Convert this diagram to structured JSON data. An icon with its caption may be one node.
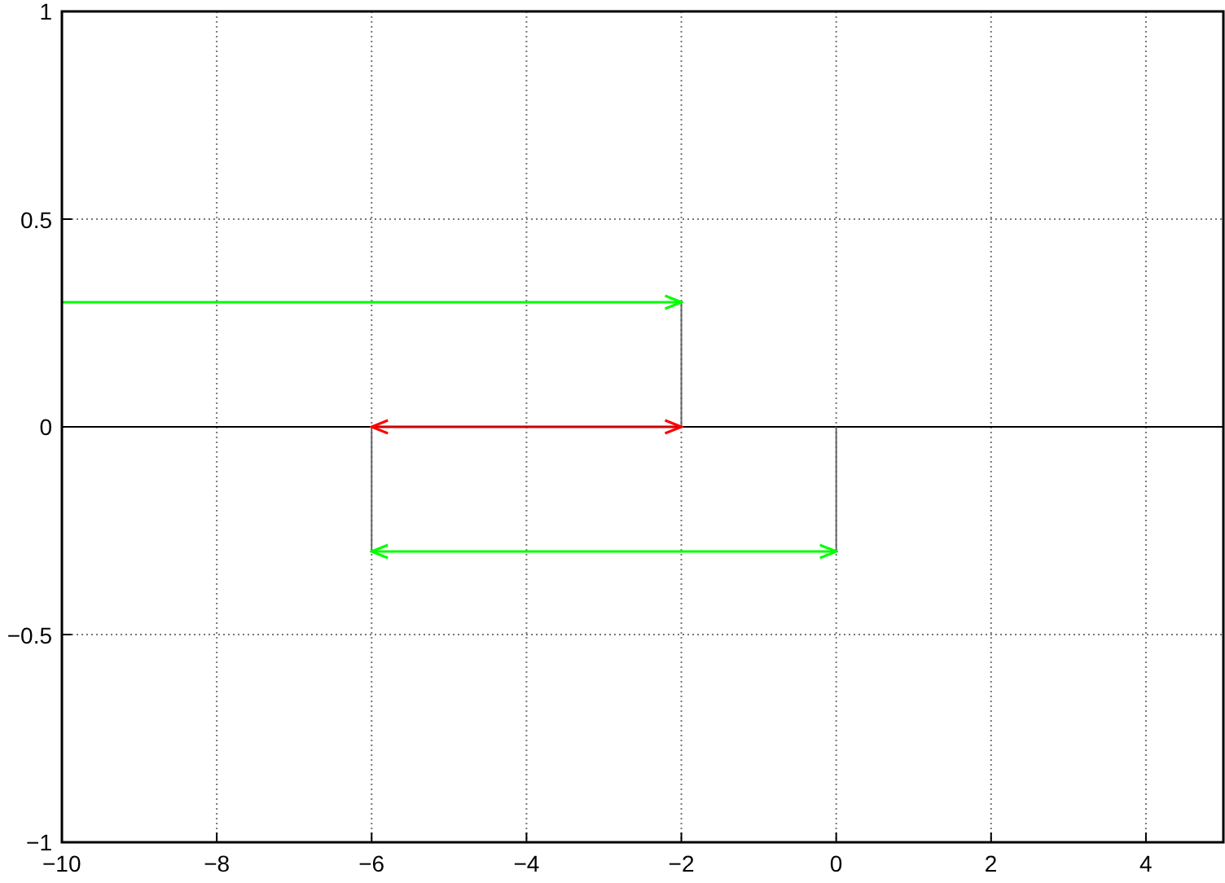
{
  "diagram": {
    "labels": [
      "1",
      "0.5",
      "0",
      "−0.5",
      "−1",
      "−10",
      "−8",
      "−6",
      "−4",
      "−2",
      "0",
      "2",
      "4"
    ]
  }
}
